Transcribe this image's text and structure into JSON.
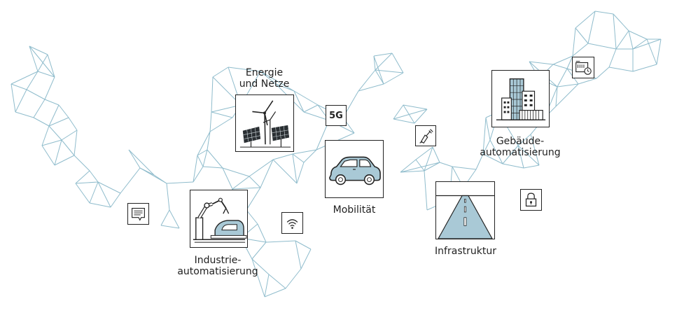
{
  "colors": {
    "network": "#8fbccc",
    "outline": "#222222",
    "fill_blue": "#a9c9d6",
    "background": "#ffffff"
  },
  "categories": [
    {
      "id": "energie",
      "label_line1": "Energie",
      "label_line2": "und Netze",
      "icon": "wind-solar-icon"
    },
    {
      "id": "industrie",
      "label_line1": "Industrie-",
      "label_line2": "automatisierung",
      "icon": "robot-arm-icon"
    },
    {
      "id": "mobilitaet",
      "label_line1": "Mobilität",
      "icon": "car-icon"
    },
    {
      "id": "infrastruktur",
      "label_line1": "Infrastruktur",
      "icon": "road-icon"
    },
    {
      "id": "gebaeude",
      "label_line1": "Gebäude-",
      "label_line2": "automatisierung",
      "icon": "buildings-icon"
    }
  ],
  "small_icons": {
    "fiveg_text": "5G",
    "message": "message-icon",
    "wifi": "wifi-icon",
    "satellite": "satellite-icon",
    "lock": "lock-icon",
    "meter": "meter-clock-icon"
  }
}
